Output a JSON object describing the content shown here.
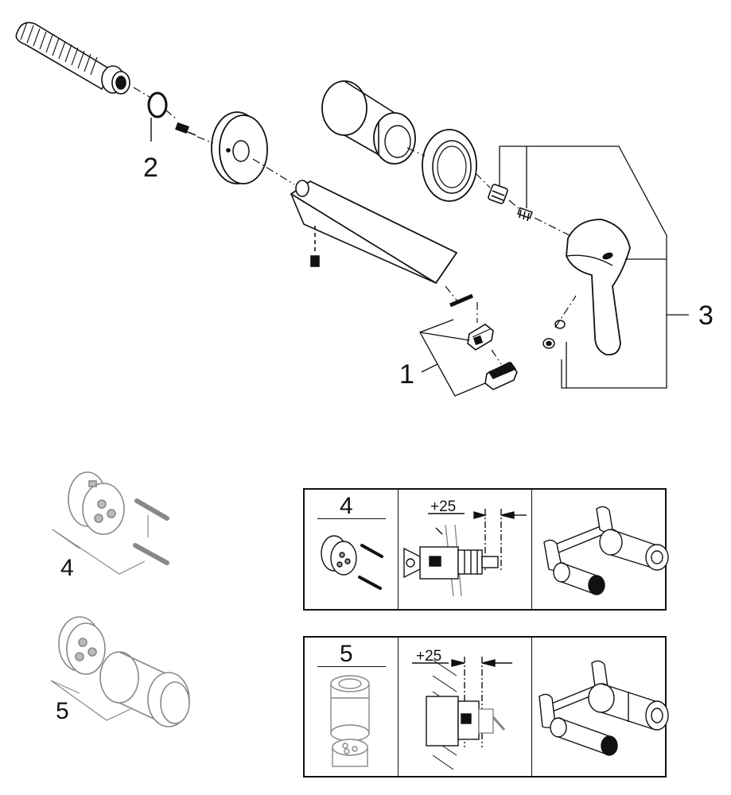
{
  "callouts": {
    "c1": "1",
    "c2": "2",
    "c3": "3",
    "c4": "4",
    "c5": "5"
  },
  "panels": {
    "p4": {
      "number": "4",
      "dimension": "+25"
    },
    "p5": {
      "number": "5",
      "dimension": "+25"
    }
  },
  "colors": {
    "ink": "#111111",
    "grey": "#888888",
    "light_grey": "#bdbdbd"
  }
}
